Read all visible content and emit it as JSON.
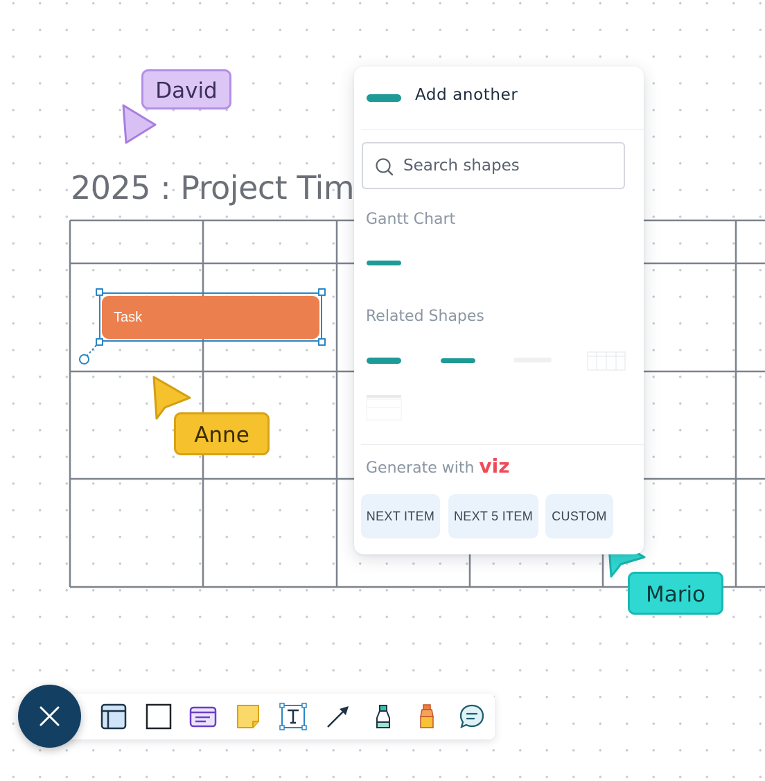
{
  "canvas": {
    "title": "2025 : Project Tim",
    "task_label": "Task"
  },
  "collaborators": [
    {
      "name": "David",
      "color": "#dcc6f5"
    },
    {
      "name": "Anne",
      "color": "#f5c12c"
    },
    {
      "name": "Mario",
      "color": "#2fd9d2"
    }
  ],
  "shape_panel": {
    "add_another_label": "Add another",
    "search_placeholder": "Search shapes",
    "gantt_section_label": "Gantt Chart",
    "related_section_label": "Related Shapes",
    "generate_label": "Generate with",
    "generate_brand": "viz",
    "generate_buttons": [
      "NEXT ITEM",
      "NEXT 5 ITEM",
      "CUSTOM"
    ]
  },
  "toolbar": {
    "tools": [
      "frame-icon",
      "rectangle-icon",
      "card-icon",
      "sticky-note-icon",
      "text-icon",
      "arrow-icon",
      "marker-icon",
      "highlighter-icon",
      "comment-icon"
    ]
  },
  "colors": {
    "accent_teal": "#1e9a97",
    "task_orange": "#ec7f4e",
    "selection_blue": "#2b86c5",
    "fab_navy": "#133f63"
  }
}
